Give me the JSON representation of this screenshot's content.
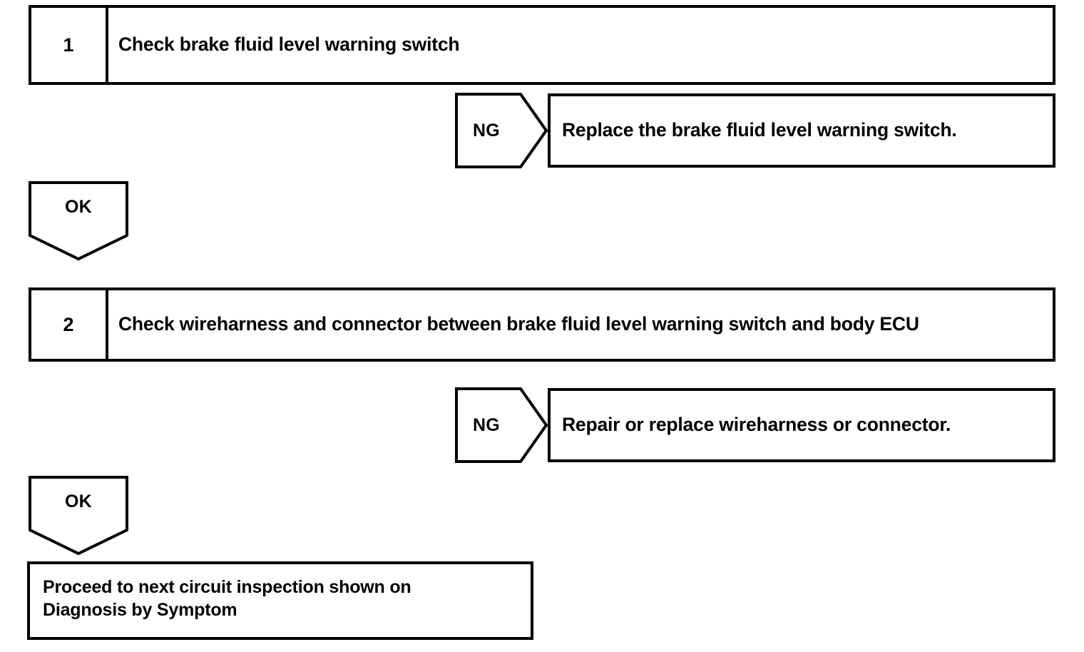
{
  "diagram": {
    "type": "troubleshooting-flowchart",
    "stroke_color": "#000000",
    "background_color": "#ffffff",
    "steps": [
      {
        "number": "1",
        "text": "Check brake fluid level warning switch",
        "ng_label": "NG",
        "ng_result": "Replace the brake fluid level warning switch.",
        "ok_label": "OK"
      },
      {
        "number": "2",
        "text": "Check wireharness and connector between brake fluid level warning switch and body ECU",
        "ng_label": "NG",
        "ng_result": "Repair or replace wireharness or connector.",
        "ok_label": "OK"
      }
    ],
    "terminal": {
      "text": "Proceed to next circuit inspection shown on\nDiagnosis by Symptom"
    }
  }
}
